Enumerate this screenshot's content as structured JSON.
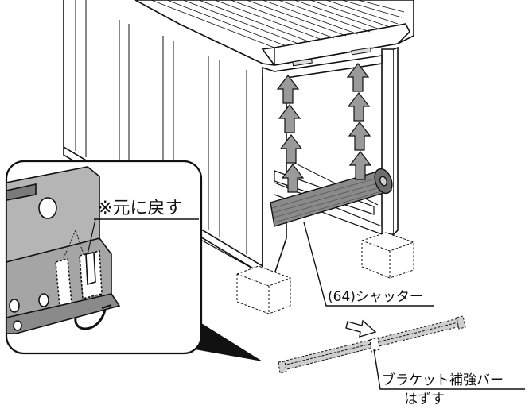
{
  "labels": {
    "restore_note": "※元に戻す",
    "shutter_label": "(64)シャッター",
    "bracket_label_line1": "ブラケット補強バー",
    "bracket_label_line2": "はずす"
  },
  "colors": {
    "line": "#111111",
    "shutter_fill": "#8a8a8a",
    "shutter_dark": "#5a5a5a",
    "arrow_fill": "#9a9a9a",
    "detail_fill": "#b5b5b5",
    "detail_dark": "#7a7a7a",
    "background": "#ffffff"
  },
  "icons": {
    "lift_arrow": "up-arrow-icon",
    "remove_arrow": "right-arrow-icon"
  }
}
